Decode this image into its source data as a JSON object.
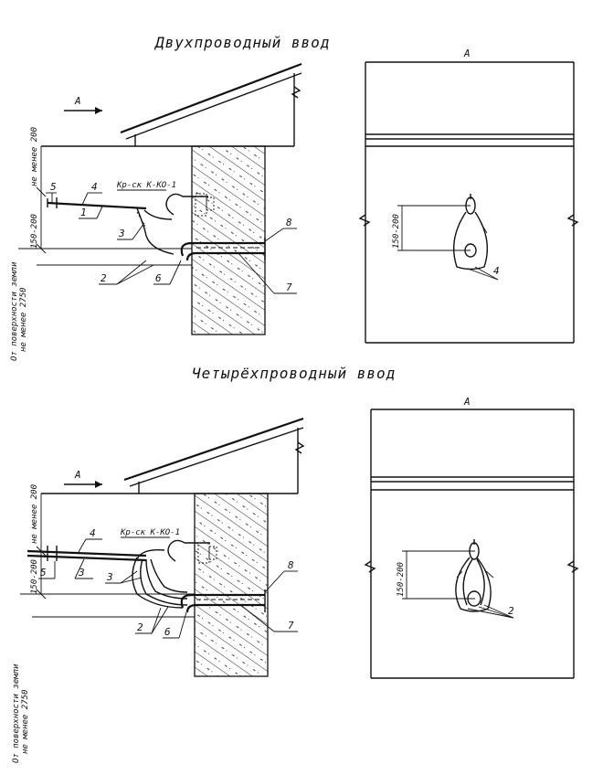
{
  "two_wire": {
    "title": "Двухпроводный ввод",
    "view_letter": "A",
    "section_letter": "A",
    "clamp_label": "Кр-ск К-КО-1",
    "spacing_label": "150-200",
    "height_label": "не менее 200",
    "ground_note_1": "От поверхности земли",
    "ground_note_2": "не менее 2750",
    "callouts": {
      "c1": "1",
      "c2": "2",
      "c3": "3",
      "c4": "4",
      "c5": "5",
      "c6": "6",
      "c7": "7",
      "c8": "8"
    },
    "elevation_spacing": "150-200",
    "elevation_callout": "4"
  },
  "four_wire": {
    "title": "Четырёхпроводный ввод",
    "view_letter": "A",
    "section_letter": "A",
    "clamp_label": "Кр-ск К-КО-1",
    "spacing_label": "150-200",
    "height_label": "не менее 200",
    "ground_note_1": "От поверхности земли",
    "ground_note_2": "не менее 2750",
    "callouts": {
      "c2": "2",
      "c3": "3",
      "c4": "4",
      "c5": "5",
      "c6": "6",
      "c7": "7",
      "c8": "8",
      "c3b": "3"
    },
    "elevation_spacing": "150-200",
    "elevation_callout": "2"
  }
}
